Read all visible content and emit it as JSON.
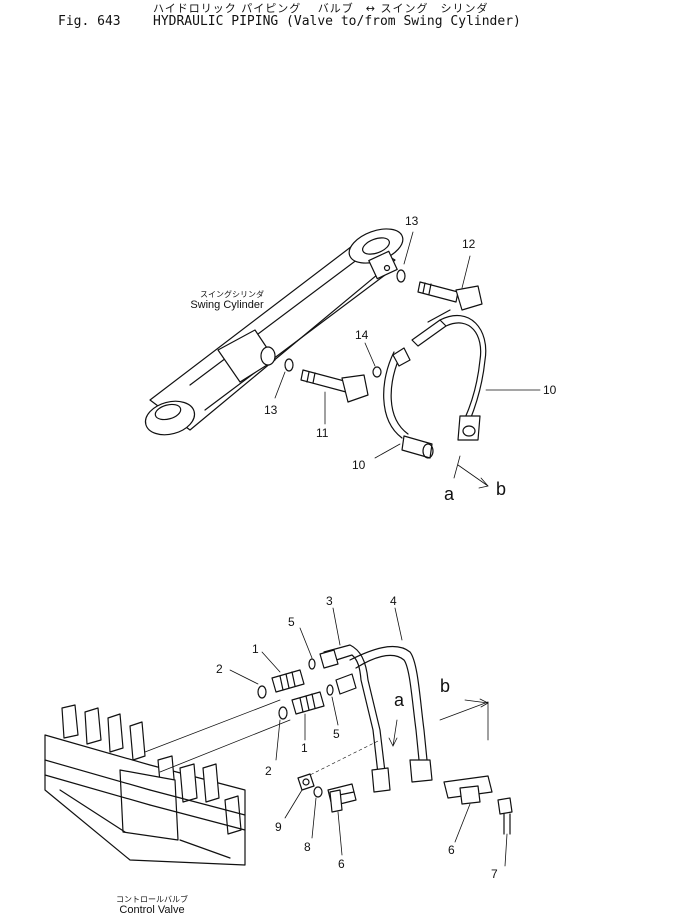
{
  "header": {
    "title_jp": "ハイドロリック パイピング　 バルブ　↔ スイング　シリンダ",
    "fig_no": "Fig. 643",
    "title_en": "HYDRAULIC PIPING (Valve to/from Swing Cylinder)"
  },
  "components": {
    "swing_cylinder": {
      "jp": "スイングシリンダ",
      "en": "Swing Cylinder"
    },
    "control_valve": {
      "jp": "コントロールバルブ",
      "en": "Control Valve"
    }
  },
  "callouts": {
    "top": {
      "n13a": "13",
      "n12": "12",
      "n14": "14",
      "n13b": "13",
      "n11": "11",
      "n10a": "10",
      "n10b": "10"
    },
    "bottom": {
      "n3": "3",
      "n4": "4",
      "n5a": "5",
      "n1a": "1",
      "n2a": "2",
      "n1b": "1",
      "n5b": "5",
      "n2b": "2",
      "n9": "9",
      "n8": "8",
      "n6a": "6",
      "n6b": "6",
      "n7": "7"
    }
  },
  "refs": {
    "a_top": "a",
    "b_top": "b",
    "a_bottom": "a",
    "b_bottom": "b"
  }
}
